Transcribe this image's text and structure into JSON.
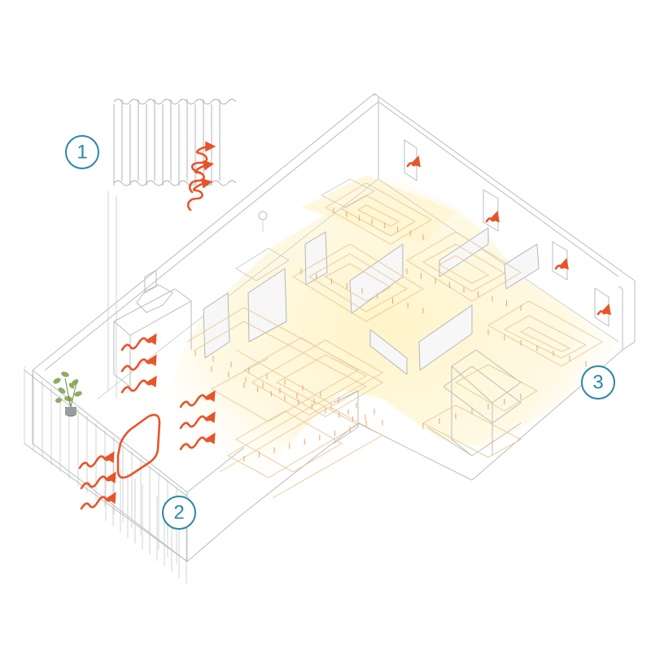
{
  "callouts": [
    {
      "label": "1"
    },
    {
      "label": "2"
    },
    {
      "label": "3"
    }
  ],
  "colors": {
    "callout": "#2a86a8",
    "heat_arrow": "#e8542a",
    "floor_glow": "#fff3c4",
    "walls": "#b9bcbe"
  },
  "icons": {
    "curtain": "curtain-icon",
    "heat_flow": "heat-wave-arrow-icon",
    "plant": "plant-icon"
  }
}
